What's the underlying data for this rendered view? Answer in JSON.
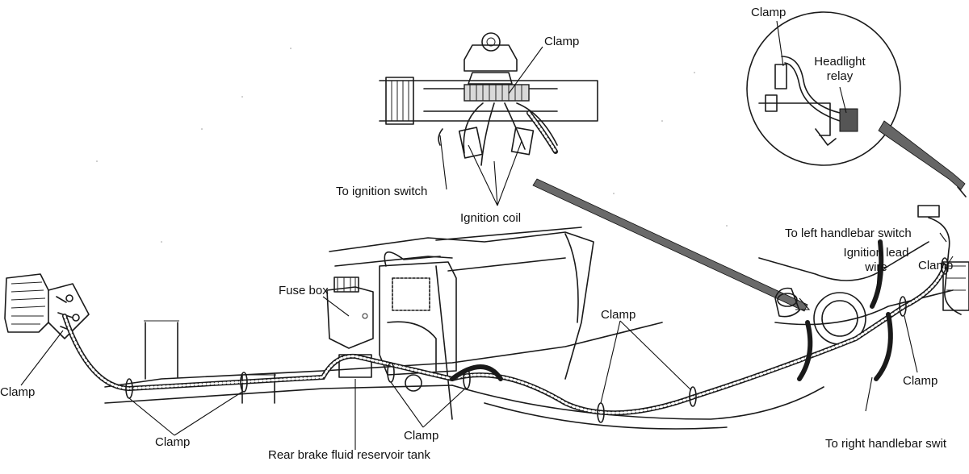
{
  "labels": {
    "clamp_top_center": "Clamp",
    "to_ignition_switch": "To ignition switch",
    "ignition_coil": "Ignition coil",
    "clamp_inset": "Clamp",
    "headlight_relay_line1": "Headlight",
    "headlight_relay_line2": "relay",
    "to_left_handlebar_switch": "To left handlebar switch",
    "ignition_lead_line1": "Ignition lead",
    "ignition_lead_line2": "wire",
    "clamp_right_upper": "Clamp",
    "clamp_right_lower": "Clamp",
    "to_right_handlebar_switch": "To right handlebar swit",
    "fuse_box": "Fuse box",
    "clamp_left": "Clamp",
    "clamp_bottom_left": "Clamp",
    "clamp_bottom_center": "Clamp",
    "clamp_middle": "Clamp",
    "rear_brake_fluid_reservoir_tank": "Rear brake fluid reservoir tank"
  }
}
